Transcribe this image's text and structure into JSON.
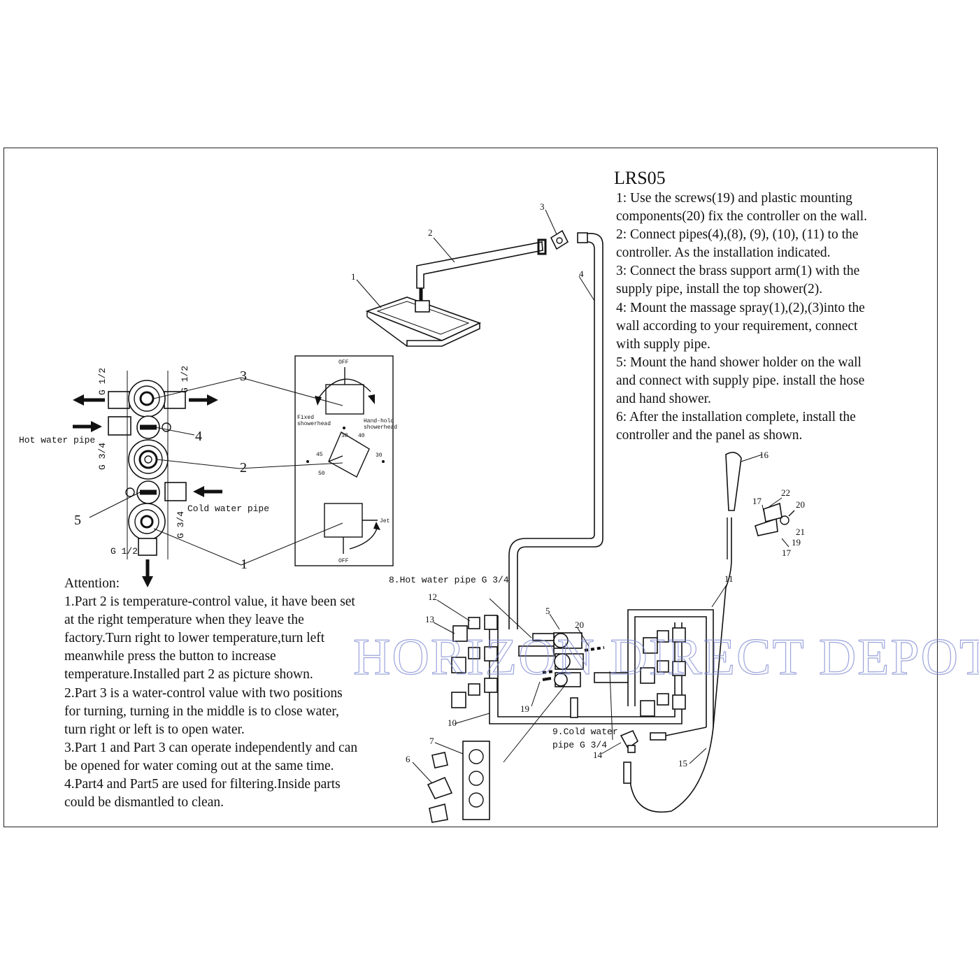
{
  "model": "LRS05",
  "install_steps": [
    "1: Use the screws(19) and plastic mounting",
    "components(20) fix the controller on the wall.",
    "2: Connect pipes(4),(8), (9), (10), (11) to the",
    "controller. As the installation indicated.",
    "3: Connect the brass support arm(1) with the",
    "supply pipe, install the top shower(2).",
    "4: Mount the massage spray(1),(2),(3)into the",
    "wall according to your requirement, connect",
    "with supply pipe.",
    "5: Mount the hand shower holder on the wall",
    "and connect with supply pipe. install the hose",
    "and hand shower.",
    "6: After  the installation complete, install the",
    "controller and the panel as shown."
  ],
  "attention": {
    "heading": "Attention:",
    "lines": [
      "1.Part 2 is temperature-control value, it have been set",
      "at the right temperature when they leave the",
      "factory.Turn right to lower temperature,turn left",
      "meanwhile press the button to increase",
      "temperature.Installed part 2 as picture shown.",
      "2.Part 3 is a water-control value with two positions",
      "for turning, turning in the middle is to close water,",
      "turn right or left is to open water.",
      "3.Part 1 and Part 3 can operate independently and can",
      "be opened for water coming out at the same time.",
      "4.Part4 and Part5 are used for filtering.Inside parts",
      "could be dismantled to clean."
    ]
  },
  "valve_labels": {
    "g12_a": "G 1/2",
    "g12_b": "G 1/2",
    "g34_a": "G 3/4",
    "g34_b": "G 3/4",
    "g12_c": "G 1/2",
    "hot_water_pipe": "Hot water pipe",
    "cold_water_pipe": "Cold water pipe",
    "n3": "3",
    "n4": "4",
    "n2": "2",
    "n5": "5",
    "n1": "1"
  },
  "panel_labels": {
    "off_top": "OFF",
    "fixed": "Fixed",
    "fixed2": "showerhead",
    "handheld": "Hand-hold",
    "handheld2": "showerhead",
    "t38": "38",
    "t40": "40",
    "t45": "45",
    "t50": "50",
    "t30": "30",
    "jet": "Jet",
    "off_bottom": "OFF"
  },
  "assembly_labels": {
    "hot_pipe": "8.Hot water pipe G 3/4",
    "cold_pipe_1": "9.Cold water",
    "cold_pipe_2": "pipe G 3/4",
    "p1": "1",
    "p2": "2",
    "p3": "3",
    "p4": "4",
    "p5": "5",
    "p6": "6",
    "p7": "7",
    "p10": "10",
    "p11": "11",
    "p12": "12",
    "p13": "13",
    "p14": "14",
    "p15": "15",
    "p16": "16",
    "p17a": "17",
    "p17b": "17",
    "p19a": "19",
    "p19b": "19",
    "p20a": "20",
    "p20b": "20",
    "p21": "21",
    "p22": "22"
  },
  "watermark": "HORIZON DIRECT DEPOT",
  "colors": {
    "ink": "#111111",
    "watermark": "#7b86d0",
    "paper": "#ffffff"
  }
}
